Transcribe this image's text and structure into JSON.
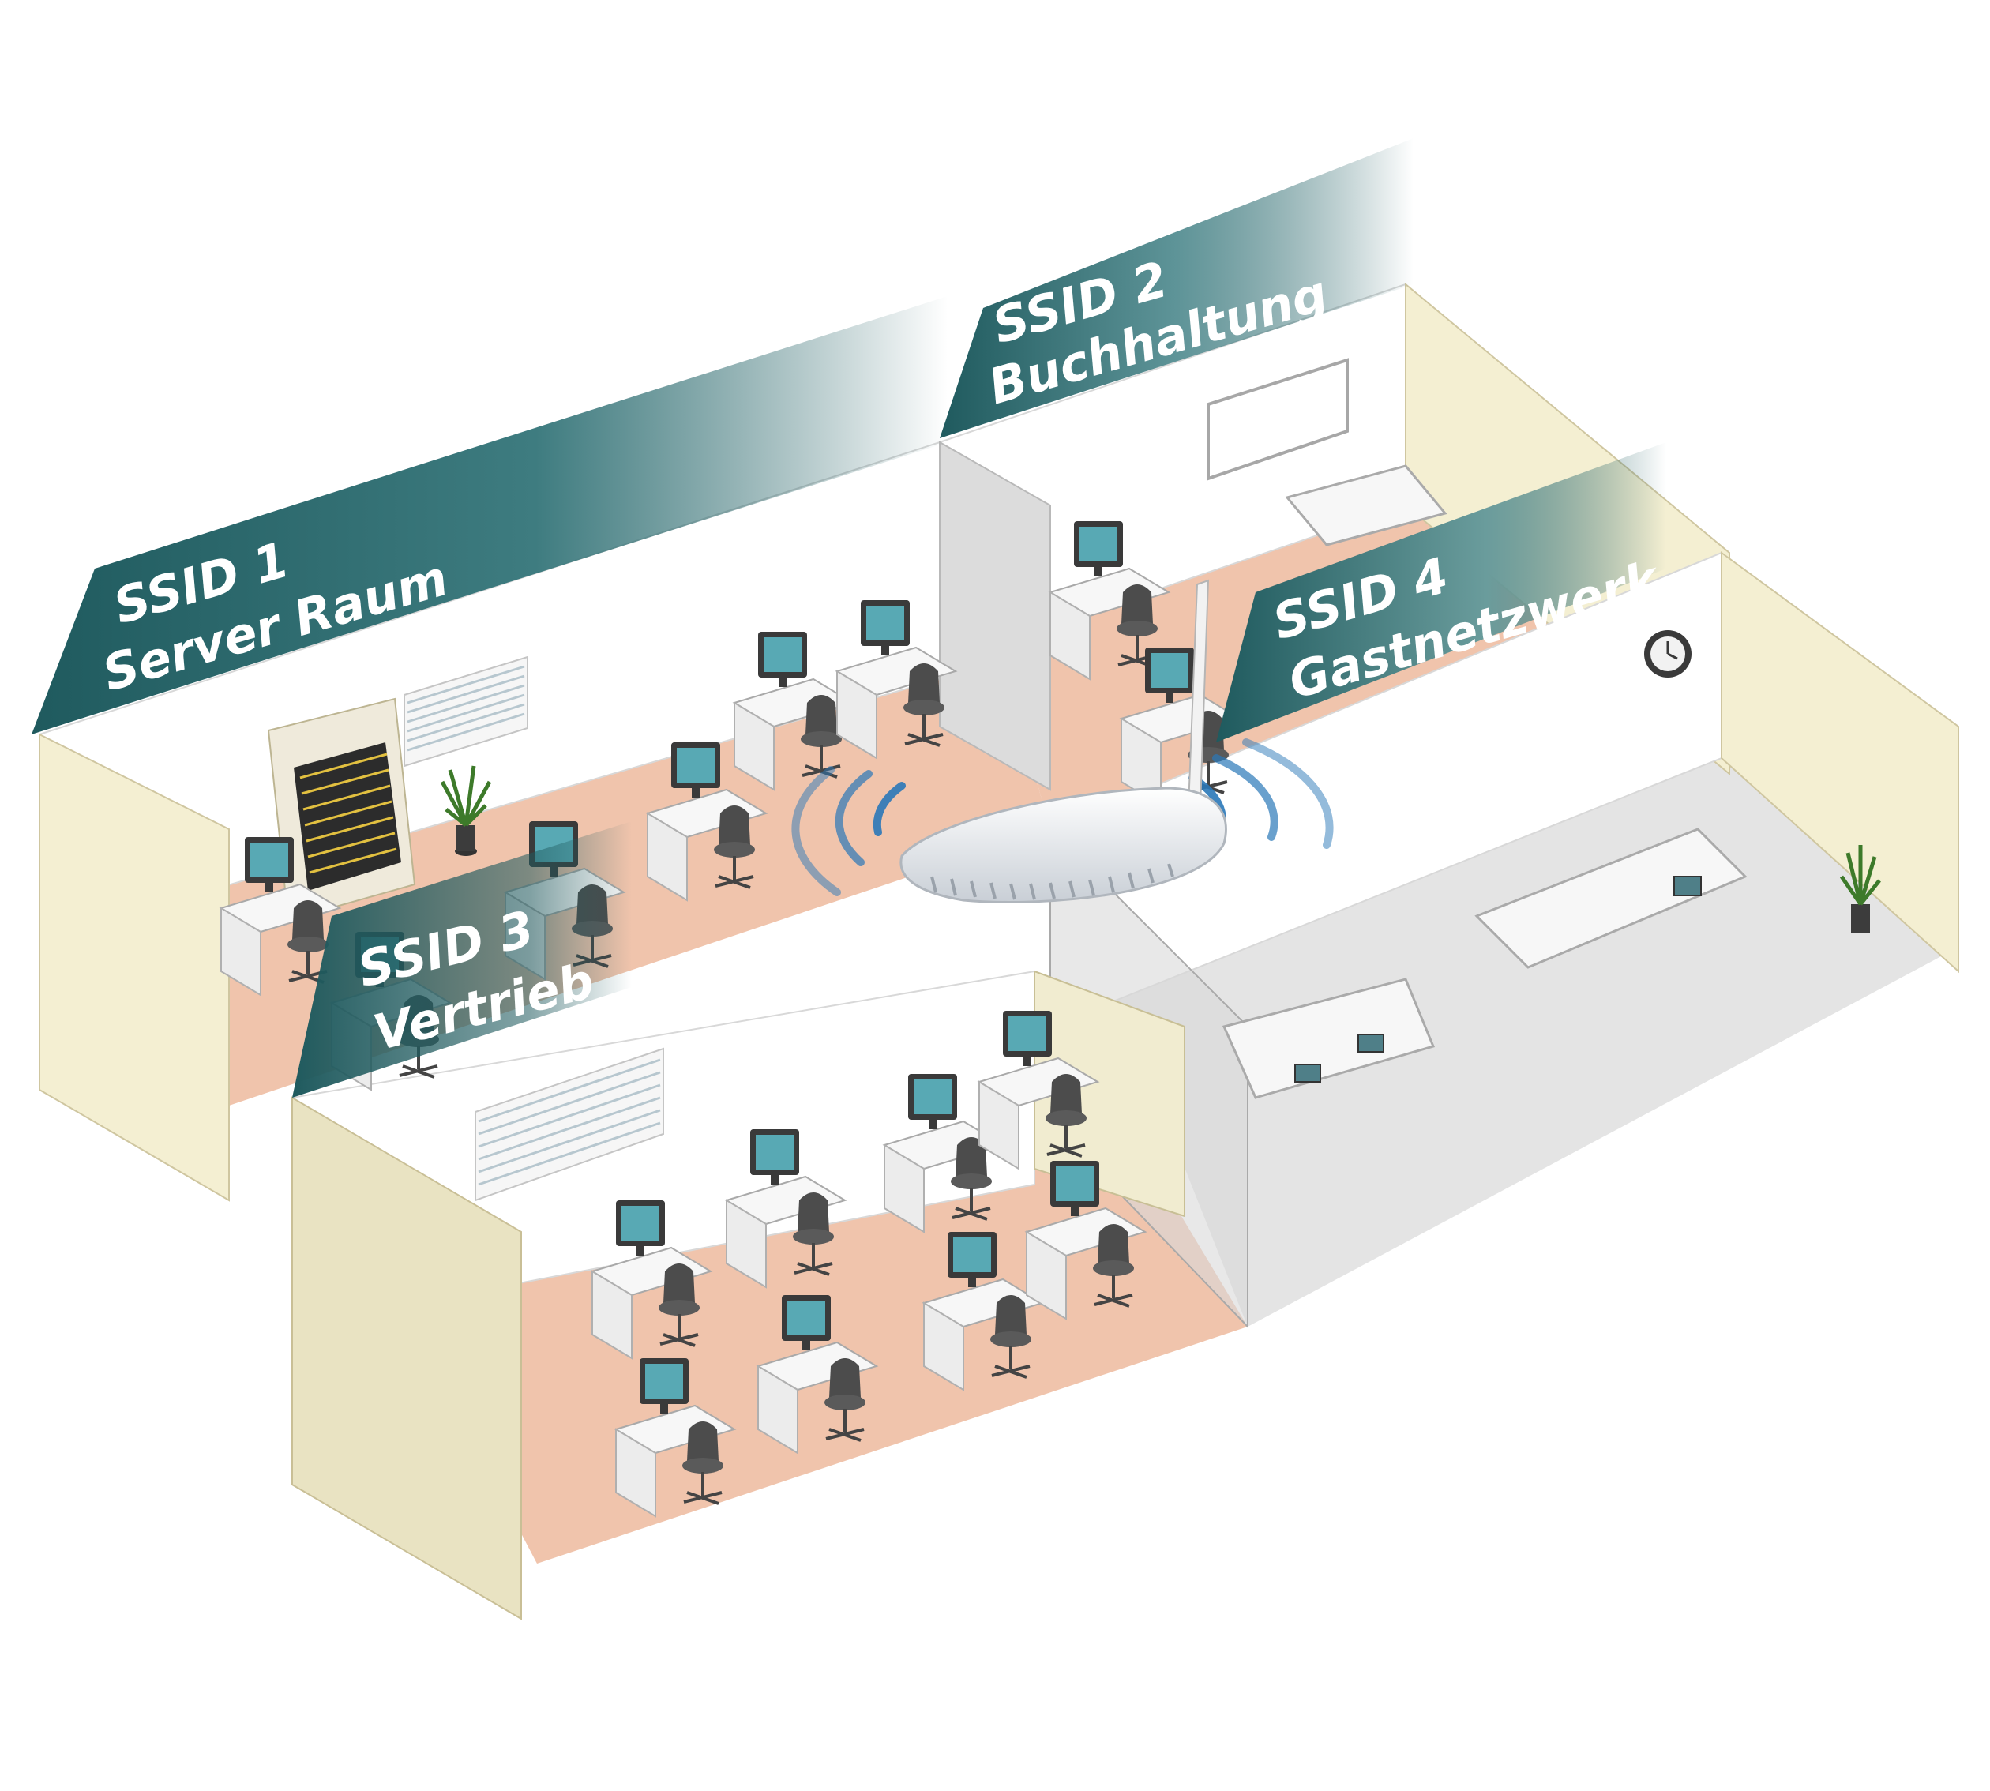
{
  "banners": [
    {
      "id": "ssid1",
      "line1": "SSID 1",
      "line2": "Server Raum"
    },
    {
      "id": "ssid2",
      "line1": "SSID 2",
      "line2": "Buchhaltung"
    },
    {
      "id": "ssid3",
      "line1": "SSID 3",
      "line2": "Vertrieb"
    },
    {
      "id": "ssid4",
      "line1": "SSID 4",
      "line2": "Gastnetzwerk"
    }
  ],
  "colors": {
    "banner": "#1f5a5e",
    "floor_office": "#f0c4ac",
    "floor_guest": "#e4e4e4",
    "wall_side": "#f4efd2",
    "wall_back": "#ffffff",
    "partition": "#dcdcdc",
    "monitor_screen": "#58a9b4",
    "chair": "#4c4c4c",
    "router_body": "#f4f6f8",
    "wifi_wave": "#2a78b8"
  },
  "icons": {
    "router": "wireless-router-icon",
    "server_rack": "server-rack-icon",
    "clock": "wall-clock-icon",
    "plant": "plant-icon",
    "workstation": "computer-workstation-icon",
    "chair": "office-chair-icon"
  }
}
